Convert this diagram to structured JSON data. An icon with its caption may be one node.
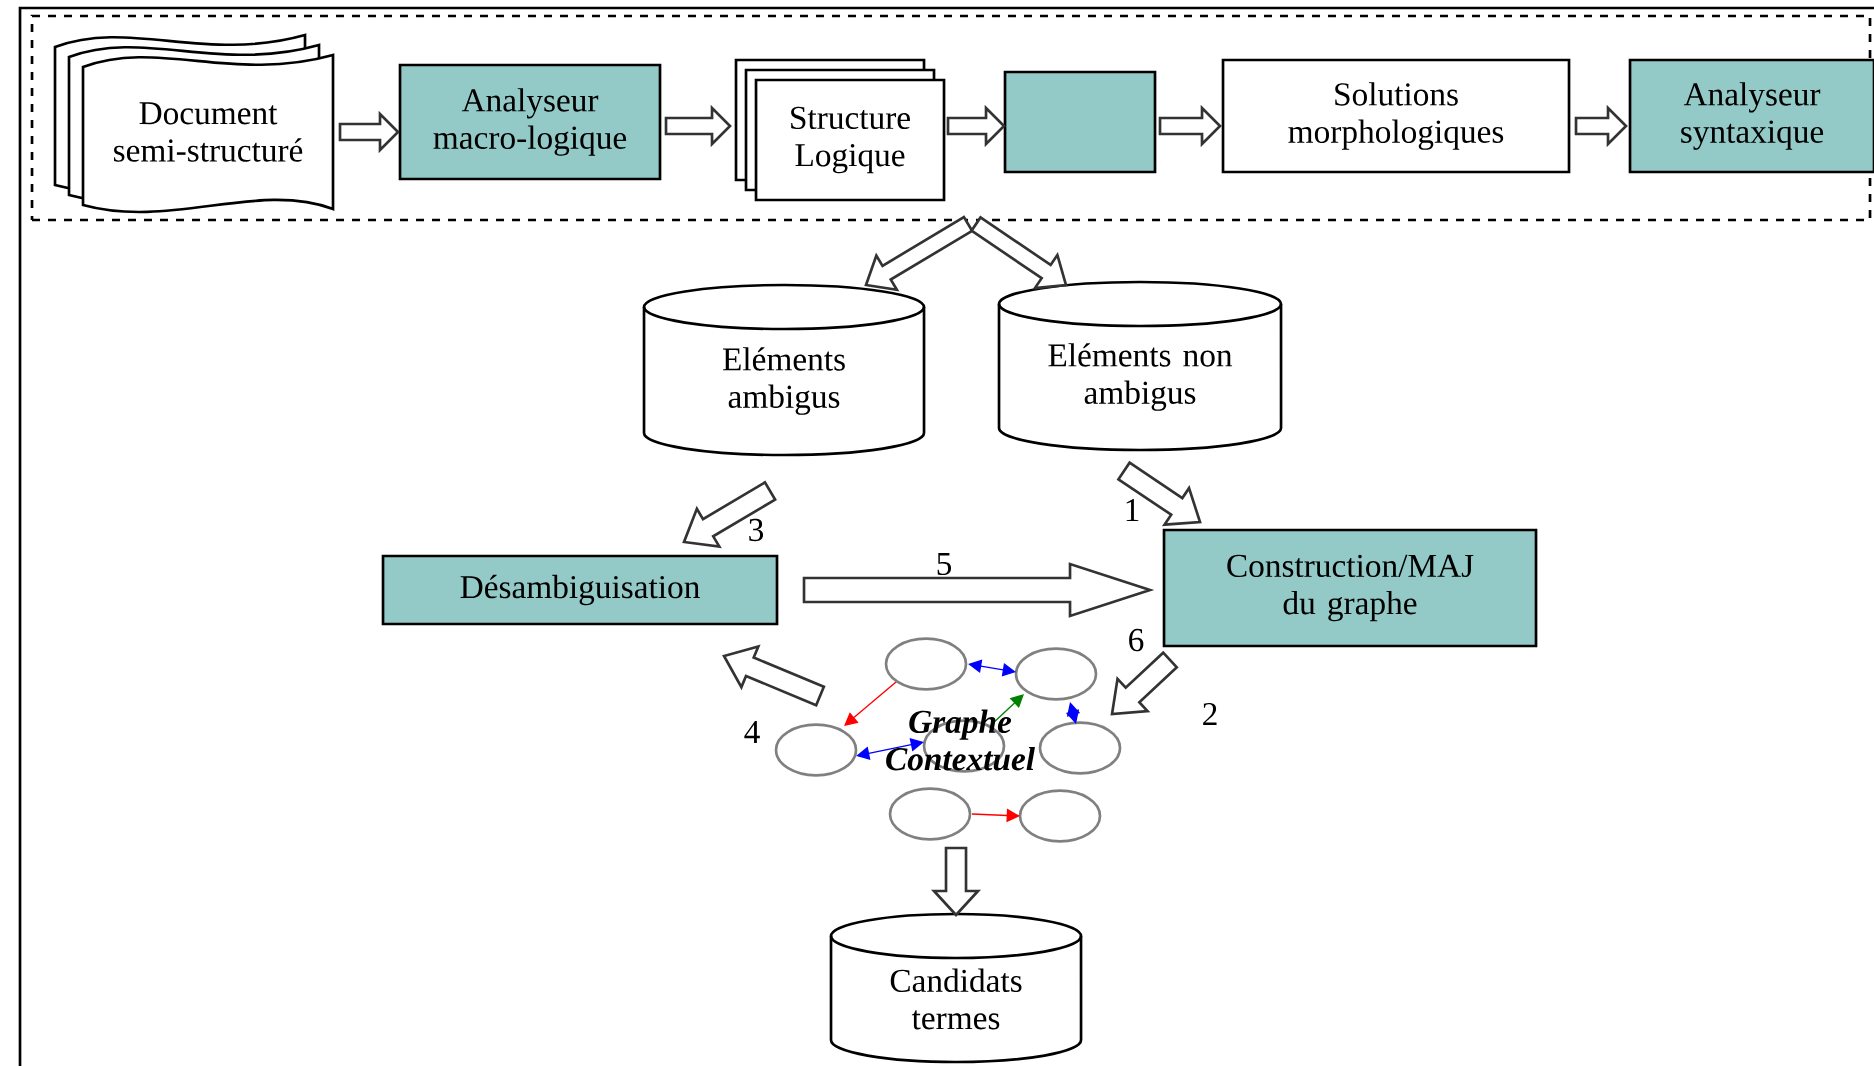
{
  "diagram": {
    "nodes": [
      {
        "text": [],
        "shape": "box"
      },
      {
        "text": [
          "Document semi-structuré"
        ],
        "in": 0
      },
      {
        "text": [
          "Analyseur macro-logique"
        ],
        "in": 0
      },
      {
        "text": [
          "Structure Logique"
        ],
        "in": 0
      },
      {
        "text": [],
        "shape": "box",
        "in": 0
      },
      {
        "text": [
          "Solutions morphologiques"
        ],
        "in": 0
      },
      {
        "text": [
          "Analyseur syntaxique"
        ],
        "in": 0
      },
      {
        "text": [
          "Eléments ambigus"
        ]
      },
      {
        "text": [
          "Eléments non ambigus"
        ]
      },
      {
        "text": [
          "Désambiguisation"
        ]
      },
      {
        "text": [
          "Construction/MAJ du graphe"
        ]
      },
      {
        "text": [
          "Graphe Contextuel"
        ]
      },
      {
        "text": [
          "Candidats termes"
        ]
      }
    ],
    "edges": [
      {
        "from": 1,
        "to": 2,
        "arrow": "to"
      },
      {
        "from": 2,
        "to": 3,
        "arrow": "to"
      },
      {
        "from": 3,
        "to": 4,
        "arrow": "to"
      },
      {
        "from": 4,
        "to": 5,
        "arrow": "to"
      },
      {
        "from": 5,
        "to": 6,
        "arrow": "to"
      },
      {
        "from": 0,
        "to": 7,
        "arrow": "to"
      },
      {
        "from": 0,
        "to": 8,
        "arrow": "to"
      },
      {
        "from": 7,
        "to": 9,
        "arrow": "to",
        "label": "3"
      },
      {
        "from": 8,
        "to": 10,
        "arrow": "to",
        "label": "1"
      },
      {
        "from": 9,
        "to": 10,
        "arrow": "to",
        "label": "5"
      },
      {
        "from": 10,
        "to": 11,
        "arrow": "to",
        "label": "2"
      },
      {
        "from": 11,
        "to": 9,
        "arrow": "to",
        "label": "4"
      },
      {
        "from": 11,
        "to": 12,
        "arrow": "to"
      }
    ],
    "labels": [
      "6"
    ]
  }
}
